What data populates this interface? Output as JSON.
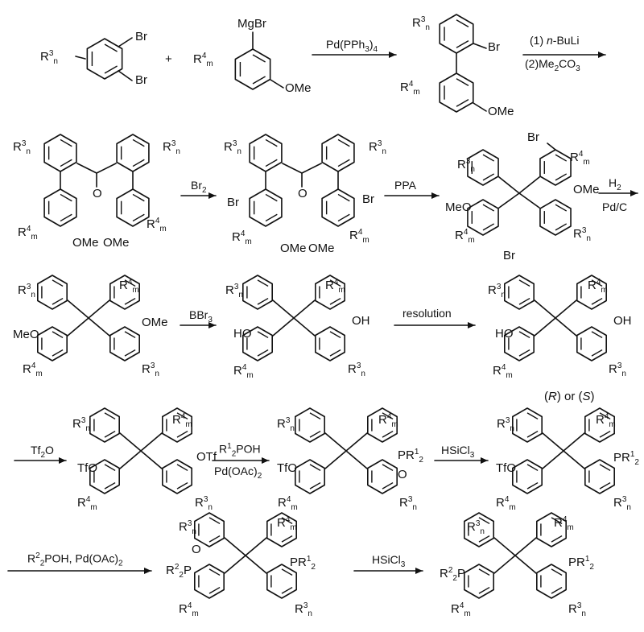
{
  "step1": {
    "reactant1": {
      "sub_label": "R3n",
      "br_top": "Br",
      "br_bottom": "Br"
    },
    "plus": "+",
    "reactant2": {
      "grignard": "MgBr",
      "sub_label": "R4m",
      "ome": "OMe"
    },
    "reagent": "Pd(PPh3)4",
    "product": {
      "sub_top": "R3n",
      "br": "Br",
      "sub_bottom": "R4m",
      "ome": "OMe"
    },
    "reagent_next_1": "(1) n-BuLi",
    "reagent_next_2": "(2)Me2CO3"
  },
  "step2": {
    "ketone": {
      "r3_left": "R3n",
      "r3_right": "R3n",
      "o": "O",
      "r4_left": "R4m",
      "r4_right": "R4m",
      "ome_left": "OMe",
      "ome_right": "OMe"
    },
    "reagent_br2": "Br2",
    "dibromo": {
      "r3_left": "R3n",
      "r3_right": "R3n",
      "o": "O",
      "br_left": "Br",
      "br_right": "Br",
      "r4_left": "R4m",
      "r4_right": "R4m",
      "ome_left": "OMe",
      "ome_right": "OMe"
    },
    "reagent_ppa": "PPA",
    "spiro": {
      "br_top": "Br",
      "r4_top": "R4m",
      "r3_top": "R3n",
      "ome_right": "OMe",
      "meo_left": "MeO",
      "r4_bottom": "R4m",
      "r3_bottom": "R3n",
      "br_bottom": "Br"
    },
    "reagent_h2": "H2",
    "reagent_pdc": "Pd/C"
  },
  "step3": {
    "reagent_bbr3": "BBr3",
    "reagent_resolution": "resolution",
    "stereo_note": "(R) or (S)"
  },
  "step4": {
    "reagent_tf2o": "Tf2O",
    "reagent_r1": "R12POH",
    "reagent_pdoac": "Pd(OAc)2",
    "reagent_hsicl3": "HSiCl3",
    "otf": "OTf",
    "tfo": "TfO",
    "ppo": "PR12",
    "o_label": "O"
  },
  "step5": {
    "reagent_1": "R22POH, Pd(OAc)2",
    "reagent_2": "HSiCl3",
    "pr12": "PR12",
    "r22p_o": "R22P",
    "r22p": "R22P",
    "o_label": "O"
  },
  "spiro_labels": {
    "r3n": "R3n",
    "r4m": "R4m",
    "ome": "OMe",
    "meo": "MeO",
    "oh": "OH",
    "ho": "HO"
  }
}
